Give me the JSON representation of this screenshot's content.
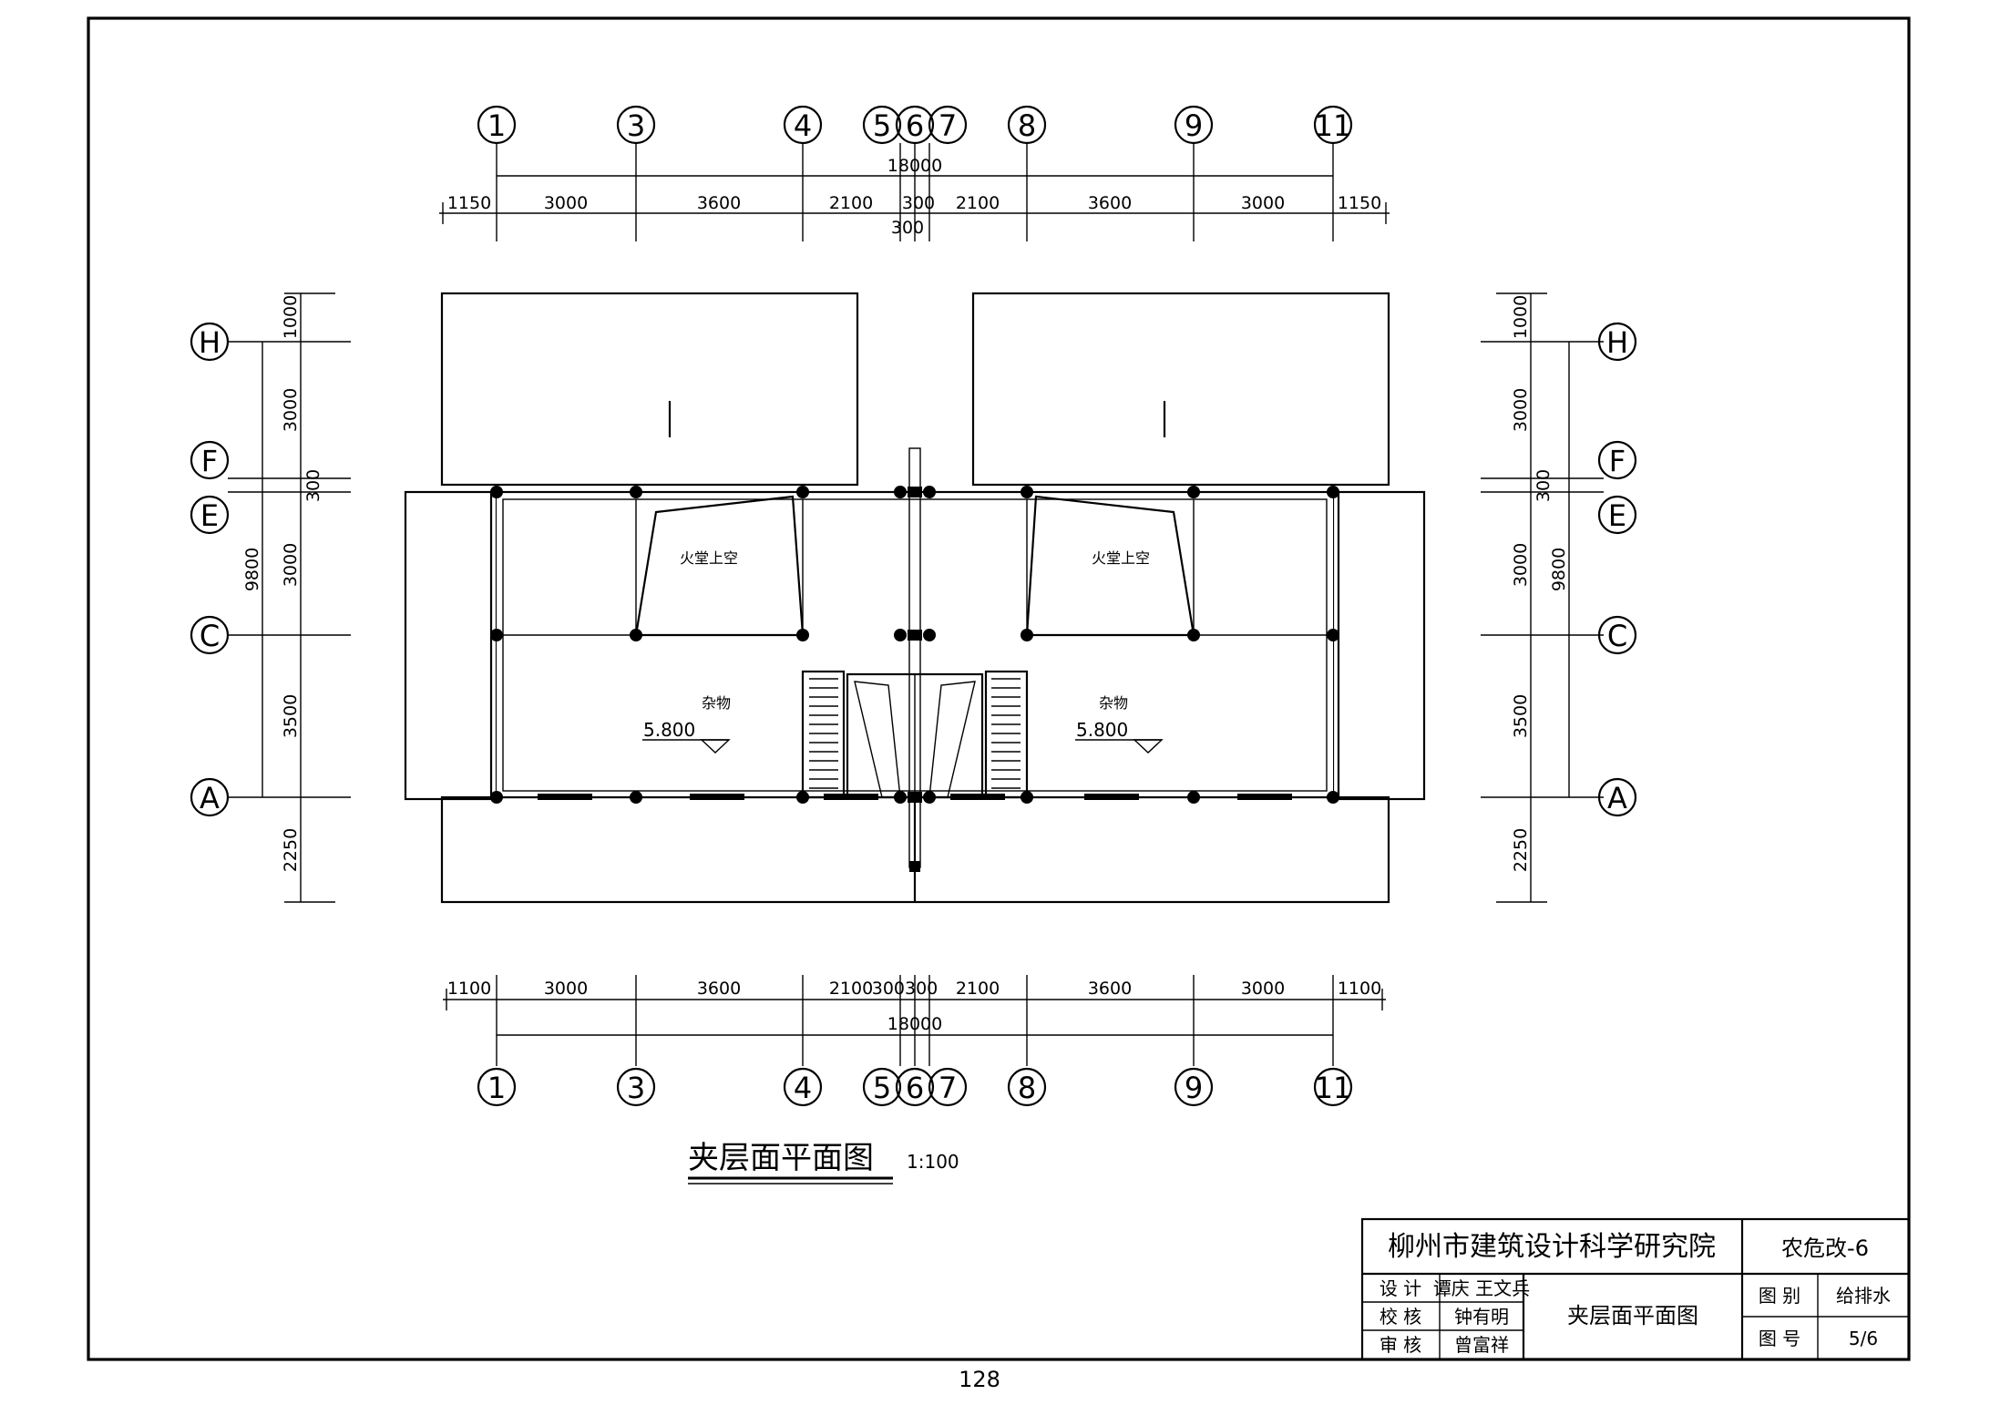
{
  "drawing": {
    "title": "夹层面平面图",
    "scale": "1:100",
    "page_number": "128"
  },
  "axes": {
    "top": [
      "1",
      "3",
      "4",
      "5",
      "6",
      "7",
      "8",
      "9",
      "11"
    ],
    "bottom": [
      "1",
      "3",
      "4",
      "5",
      "6",
      "7",
      "8",
      "9",
      "11"
    ],
    "left": [
      "H",
      "F",
      "E",
      "C",
      "A"
    ],
    "right": [
      "H",
      "F",
      "E",
      "C",
      "A"
    ]
  },
  "dimensions": {
    "top_total": "18000",
    "top_segments": [
      "1150",
      "3000",
      "3600",
      "2100",
      "300",
      "2100",
      "3600",
      "3000",
      "1150"
    ],
    "top_extra": "300",
    "bottom_total": "18000",
    "bottom_segments": [
      "1100",
      "3000",
      "3600",
      "2100",
      "300300",
      "2100",
      "3600",
      "3000",
      "1100"
    ],
    "left_segments": [
      "1000",
      "3000",
      "300",
      "3000",
      "3500",
      "2250"
    ],
    "left_total": "9800",
    "right_segments": [
      "1000",
      "3000",
      "300",
      "3000",
      "3500",
      "2250"
    ],
    "right_total": "9800"
  },
  "rooms": {
    "hall_void_left": "火堂上空",
    "hall_void_right": "火堂上空",
    "storage_left": "杂物",
    "storage_right": "杂物",
    "elevation_left": "5.800",
    "elevation_right": "5.800"
  },
  "title_block": {
    "institute": "柳州市建筑设计科学研究院",
    "project_code": "农危改-6",
    "design_label": "设 计",
    "design_name": "谭庆 王文兵",
    "check_label": "校 核",
    "check_name": "钟有明",
    "review_label": "审 核",
    "review_name": "曾富祥",
    "drawing_name": "夹层面平面图",
    "category_label": "图 别",
    "category_value": "给排水",
    "number_label": "图 号",
    "number_value": "5/6"
  }
}
